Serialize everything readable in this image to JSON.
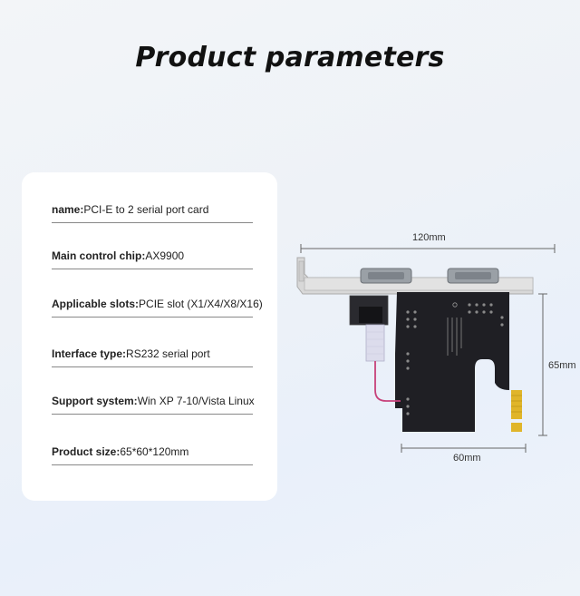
{
  "title": "Product parameters",
  "params": [
    {
      "label": "name:",
      "value": "PCI-E to 2 serial port card"
    },
    {
      "label": "Main control chip:",
      "value": "AX9900"
    },
    {
      "label": "Applicable slots:",
      "value": "PCIE slot (X1/X4/X8/X16)"
    },
    {
      "label": "Interface type:",
      "value": "RS232 serial port"
    },
    {
      "label": "Support system:",
      "value": "Win XP 7-10/Vista Linux"
    },
    {
      "label": "Product size:",
      "value": "65*60*120mm"
    }
  ],
  "dimensions": {
    "width": "120mm",
    "height": "65mm",
    "depth": "60mm"
  },
  "colors": {
    "pcb": "#1f1f24",
    "gold_finger": "#e0b52a",
    "bracket": "#d6d6d6",
    "cable": "#c7417a"
  }
}
